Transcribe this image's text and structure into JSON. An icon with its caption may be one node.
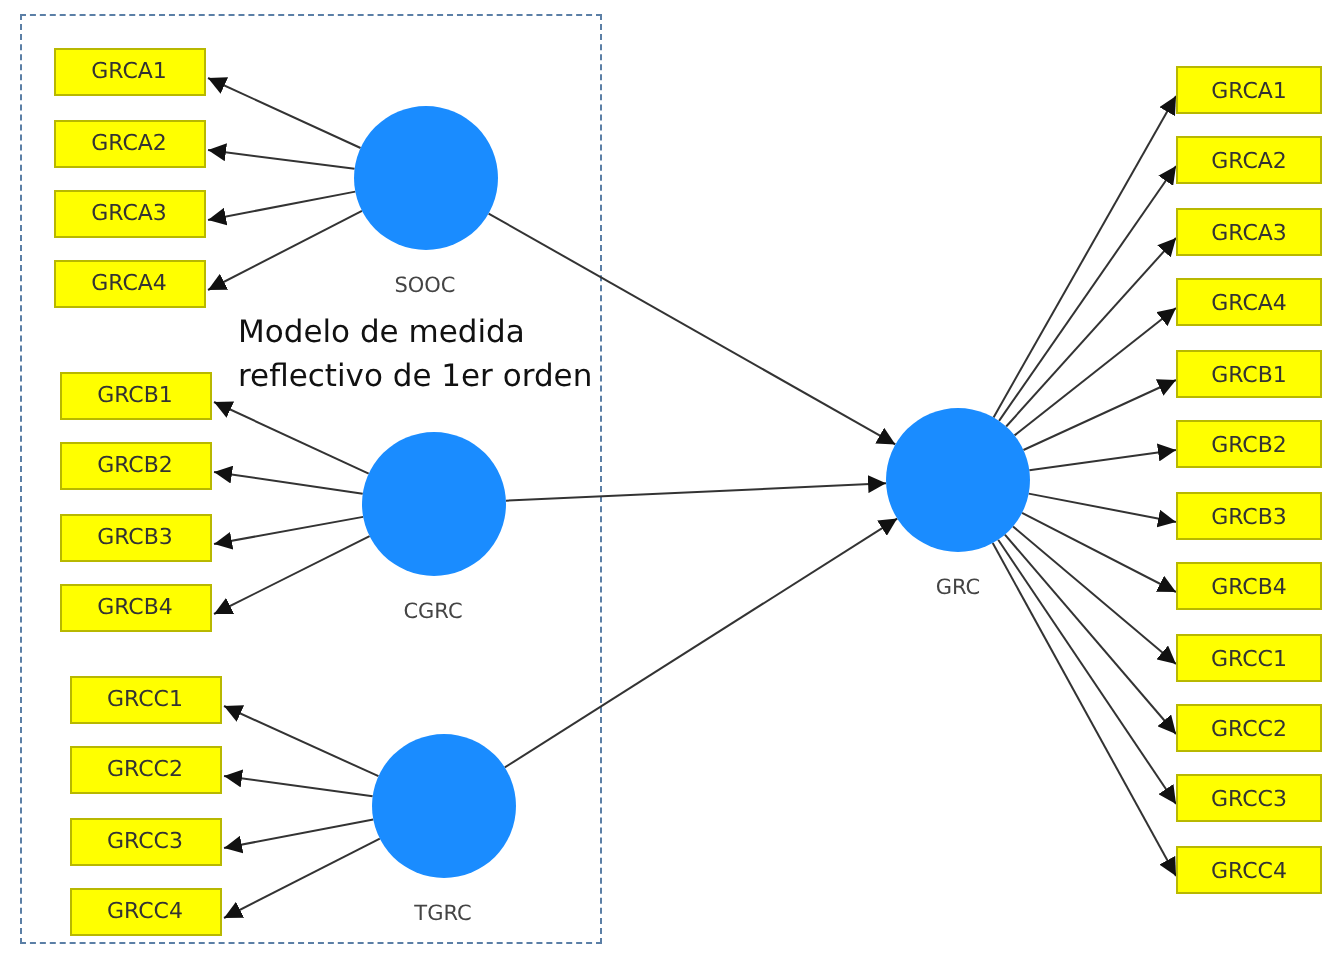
{
  "diagram": {
    "nodes": [
      {
        "text": [
          "Modelo de medida reflectivo de 1er orden"
        ]
      },
      {
        "text": [
          "GRCA1"
        ],
        "in": 0
      },
      {
        "text": [
          "GRCA2"
        ],
        "in": 0
      },
      {
        "text": [
          "GRCA3"
        ],
        "in": 0
      },
      {
        "text": [
          "GRCA4"
        ],
        "in": 0
      },
      {
        "text": [
          "SOOC"
        ],
        "in": 0
      },
      {
        "text": [
          "GRCB1"
        ],
        "in": 0
      },
      {
        "text": [
          "GRCB2"
        ],
        "in": 0
      },
      {
        "text": [
          "GRCB3"
        ],
        "in": 0
      },
      {
        "text": [
          "GRCB4"
        ],
        "in": 0
      },
      {
        "text": [
          "CGRC"
        ],
        "in": 0
      },
      {
        "text": [
          "GRCC1"
        ],
        "in": 0
      },
      {
        "text": [
          "GRCC2"
        ],
        "in": 0
      },
      {
        "text": [
          "GRCC3"
        ],
        "in": 0
      },
      {
        "text": [
          "GRCC4"
        ],
        "in": 0
      },
      {
        "text": [
          "TGRC"
        ],
        "in": 0
      },
      {
        "text": [
          "GRC"
        ]
      },
      {
        "text": [
          "GRCA1"
        ]
      },
      {
        "text": [
          "GRCA2"
        ]
      },
      {
        "text": [
          "GRCA3"
        ]
      },
      {
        "text": [
          "GRCA4"
        ]
      },
      {
        "text": [
          "GRCB1"
        ]
      },
      {
        "text": [
          "GRCB2"
        ]
      },
      {
        "text": [
          "GRCB3"
        ]
      },
      {
        "text": [
          "GRCB4"
        ]
      },
      {
        "text": [
          "GRCC1"
        ]
      },
      {
        "text": [
          "GRCC2"
        ]
      },
      {
        "text": [
          "GRCC3"
        ]
      },
      {
        "text": [
          "GRCC4"
        ]
      }
    ],
    "edges": [
      {
        "from": 5,
        "to": 1,
        "arrow": "to"
      },
      {
        "from": 5,
        "to": 2,
        "arrow": "to"
      },
      {
        "from": 5,
        "to": 3,
        "arrow": "to"
      },
      {
        "from": 5,
        "to": 4,
        "arrow": "to"
      },
      {
        "from": 10,
        "to": 6,
        "arrow": "to"
      },
      {
        "from": 10,
        "to": 7,
        "arrow": "to"
      },
      {
        "from": 10,
        "to": 8,
        "arrow": "to"
      },
      {
        "from": 10,
        "to": 9,
        "arrow": "to"
      },
      {
        "from": 15,
        "to": 11,
        "arrow": "to"
      },
      {
        "from": 15,
        "to": 12,
        "arrow": "to"
      },
      {
        "from": 15,
        "to": 13,
        "arrow": "to"
      },
      {
        "from": 15,
        "to": 14,
        "arrow": "to"
      },
      {
        "from": 5,
        "to": 16,
        "arrow": "to"
      },
      {
        "from": 10,
        "to": 16,
        "arrow": "to"
      },
      {
        "from": 15,
        "to": 16,
        "arrow": "to"
      },
      {
        "from": 16,
        "to": 17,
        "arrow": "to"
      },
      {
        "from": 16,
        "to": 18,
        "arrow": "to"
      },
      {
        "from": 16,
        "to": 19,
        "arrow": "to"
      },
      {
        "from": 16,
        "to": 20,
        "arrow": "to"
      },
      {
        "from": 16,
        "to": 21,
        "arrow": "to"
      },
      {
        "from": 16,
        "to": 22,
        "arrow": "to"
      },
      {
        "from": 16,
        "to": 23,
        "arrow": "to"
      },
      {
        "from": 16,
        "to": 24,
        "arrow": "to"
      },
      {
        "from": 16,
        "to": 25,
        "arrow": "to"
      },
      {
        "from": 16,
        "to": 26,
        "arrow": "to"
      },
      {
        "from": 16,
        "to": 27,
        "arrow": "to"
      },
      {
        "from": 16,
        "to": 28,
        "arrow": "to"
      }
    ]
  }
}
